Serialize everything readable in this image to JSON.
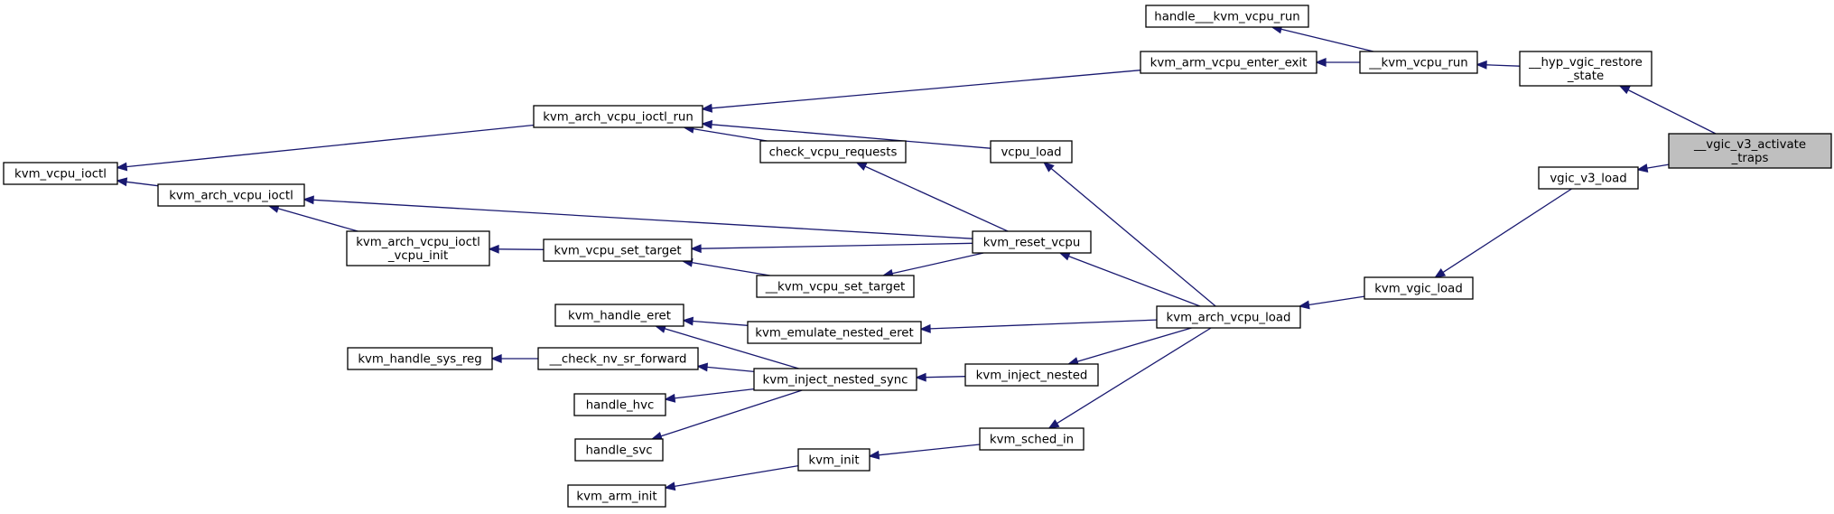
{
  "graph": {
    "nodes": [
      {
        "id": "vgic_v3_activate_traps",
        "lines": [
          "__vgic_v3_activate",
          "_traps"
        ],
        "focus": true
      },
      {
        "id": "hyp_vgic_restore_state",
        "lines": [
          "__hyp_vgic_restore",
          "_state"
        ]
      },
      {
        "id": "vgic_v3_load",
        "lines": [
          "vgic_v3_load"
        ]
      },
      {
        "id": "kvm_vcpu_run",
        "lines": [
          "__kvm_vcpu_run"
        ]
      },
      {
        "id": "handle_kvm_vcpu_run",
        "lines": [
          "handle___kvm_vcpu_run"
        ]
      },
      {
        "id": "kvm_arm_vcpu_enter_exit",
        "lines": [
          "kvm_arm_vcpu_enter_exit"
        ]
      },
      {
        "id": "kvm_arch_vcpu_ioctl_run",
        "lines": [
          "kvm_arch_vcpu_ioctl_run"
        ]
      },
      {
        "id": "kvm_vcpu_ioctl",
        "lines": [
          "kvm_vcpu_ioctl"
        ]
      },
      {
        "id": "kvm_vgic_load",
        "lines": [
          "kvm_vgic_load"
        ]
      },
      {
        "id": "kvm_arch_vcpu_load",
        "lines": [
          "kvm_arch_vcpu_load"
        ]
      },
      {
        "id": "vcpu_load",
        "lines": [
          "vcpu_load"
        ]
      },
      {
        "id": "kvm_reset_vcpu",
        "lines": [
          "kvm_reset_vcpu"
        ]
      },
      {
        "id": "check_vcpu_requests",
        "lines": [
          "check_vcpu_requests"
        ]
      },
      {
        "id": "kvm_arch_vcpu_ioctl",
        "lines": [
          "kvm_arch_vcpu_ioctl"
        ]
      },
      {
        "id": "kvm_arch_vcpu_ioctl_vcpu_init",
        "lines": [
          "kvm_arch_vcpu_ioctl",
          "_vcpu_init"
        ]
      },
      {
        "id": "kvm_vcpu_set_target",
        "lines": [
          "kvm_vcpu_set_target"
        ]
      },
      {
        "id": "__kvm_vcpu_set_target",
        "lines": [
          "__kvm_vcpu_set_target"
        ]
      },
      {
        "id": "kvm_emulate_nested_eret",
        "lines": [
          "kvm_emulate_nested_eret"
        ]
      },
      {
        "id": "kvm_handle_eret",
        "lines": [
          "kvm_handle_eret"
        ]
      },
      {
        "id": "kvm_inject_nested",
        "lines": [
          "kvm_inject_nested"
        ]
      },
      {
        "id": "kvm_inject_nested_sync",
        "lines": [
          "kvm_inject_nested_sync"
        ]
      },
      {
        "id": "check_nv_sr_forward",
        "lines": [
          "__check_nv_sr_forward"
        ]
      },
      {
        "id": "kvm_handle_sys_reg",
        "lines": [
          "kvm_handle_sys_reg"
        ]
      },
      {
        "id": "handle_hvc",
        "lines": [
          "handle_hvc"
        ]
      },
      {
        "id": "handle_svc",
        "lines": [
          "handle_svc"
        ]
      },
      {
        "id": "kvm_sched_in",
        "lines": [
          "kvm_sched_in"
        ]
      },
      {
        "id": "kvm_init",
        "lines": [
          "kvm_init"
        ]
      },
      {
        "id": "kvm_arm_init",
        "lines": [
          "kvm_arm_init"
        ]
      }
    ],
    "edges": [
      {
        "from": "vgic_v3_activate_traps",
        "to": "hyp_vgic_restore_state"
      },
      {
        "from": "vgic_v3_activate_traps",
        "to": "vgic_v3_load"
      },
      {
        "from": "hyp_vgic_restore_state",
        "to": "kvm_vcpu_run"
      },
      {
        "from": "kvm_vcpu_run",
        "to": "handle_kvm_vcpu_run"
      },
      {
        "from": "kvm_vcpu_run",
        "to": "kvm_arm_vcpu_enter_exit"
      },
      {
        "from": "kvm_arm_vcpu_enter_exit",
        "to": "kvm_arch_vcpu_ioctl_run"
      },
      {
        "from": "kvm_arch_vcpu_ioctl_run",
        "to": "kvm_vcpu_ioctl"
      },
      {
        "from": "vgic_v3_load",
        "to": "kvm_vgic_load"
      },
      {
        "from": "kvm_vgic_load",
        "to": "kvm_arch_vcpu_load"
      },
      {
        "from": "kvm_arch_vcpu_load",
        "to": "vcpu_load"
      },
      {
        "from": "kvm_arch_vcpu_load",
        "to": "kvm_reset_vcpu"
      },
      {
        "from": "kvm_arch_vcpu_load",
        "to": "kvm_emulate_nested_eret"
      },
      {
        "from": "kvm_arch_vcpu_load",
        "to": "kvm_inject_nested"
      },
      {
        "from": "kvm_arch_vcpu_load",
        "to": "kvm_sched_in"
      },
      {
        "from": "vcpu_load",
        "to": "kvm_arch_vcpu_ioctl_run"
      },
      {
        "from": "kvm_reset_vcpu",
        "to": "check_vcpu_requests"
      },
      {
        "from": "kvm_reset_vcpu",
        "to": "kvm_arch_vcpu_ioctl"
      },
      {
        "from": "kvm_reset_vcpu",
        "to": "kvm_vcpu_set_target"
      },
      {
        "from": "kvm_reset_vcpu",
        "to": "__kvm_vcpu_set_target"
      },
      {
        "from": "check_vcpu_requests",
        "to": "kvm_arch_vcpu_ioctl_run"
      },
      {
        "from": "kvm_arch_vcpu_ioctl",
        "to": "kvm_vcpu_ioctl"
      },
      {
        "from": "kvm_vcpu_set_target",
        "to": "kvm_arch_vcpu_ioctl_vcpu_init"
      },
      {
        "from": "kvm_arch_vcpu_ioctl_vcpu_init",
        "to": "kvm_arch_vcpu_ioctl"
      },
      {
        "from": "__kvm_vcpu_set_target",
        "to": "kvm_vcpu_set_target"
      },
      {
        "from": "kvm_emulate_nested_eret",
        "to": "kvm_handle_eret"
      },
      {
        "from": "kvm_inject_nested",
        "to": "kvm_inject_nested_sync"
      },
      {
        "from": "kvm_inject_nested_sync",
        "to": "kvm_handle_eret"
      },
      {
        "from": "kvm_inject_nested_sync",
        "to": "check_nv_sr_forward"
      },
      {
        "from": "kvm_inject_nested_sync",
        "to": "handle_hvc"
      },
      {
        "from": "kvm_inject_nested_sync",
        "to": "handle_svc"
      },
      {
        "from": "check_nv_sr_forward",
        "to": "kvm_handle_sys_reg"
      },
      {
        "from": "kvm_sched_in",
        "to": "kvm_init"
      },
      {
        "from": "kvm_init",
        "to": "kvm_arm_init"
      }
    ]
  }
}
